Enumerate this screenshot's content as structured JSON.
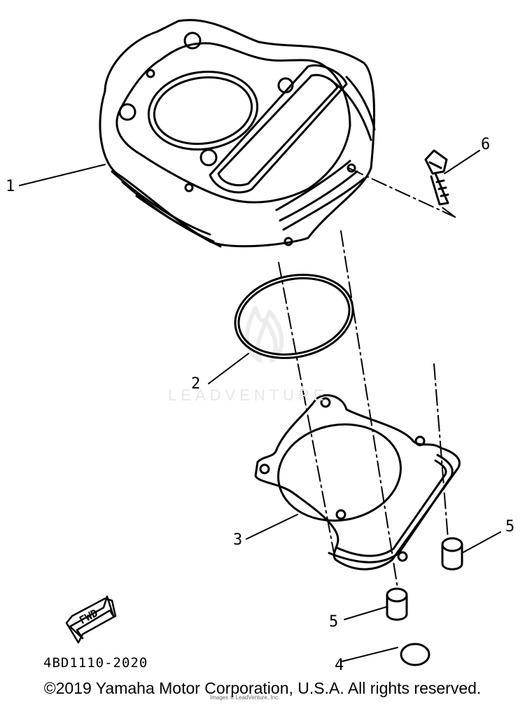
{
  "diagram": {
    "callouts": {
      "cylinder": "1",
      "o_ring": "2",
      "gasket": "3",
      "plug": "4",
      "dowel_right": "5",
      "dowel_left": "5",
      "bolt": "6"
    },
    "fwd_label": "FWD",
    "part_code": "4BD1110-2020",
    "watermark": "LEADVENTURE",
    "tiny_credit": "Images © LeadVenture, Inc.",
    "copyright": "©2019 Yamaha Motor Corporation, U.S.A. All rights reserved."
  }
}
